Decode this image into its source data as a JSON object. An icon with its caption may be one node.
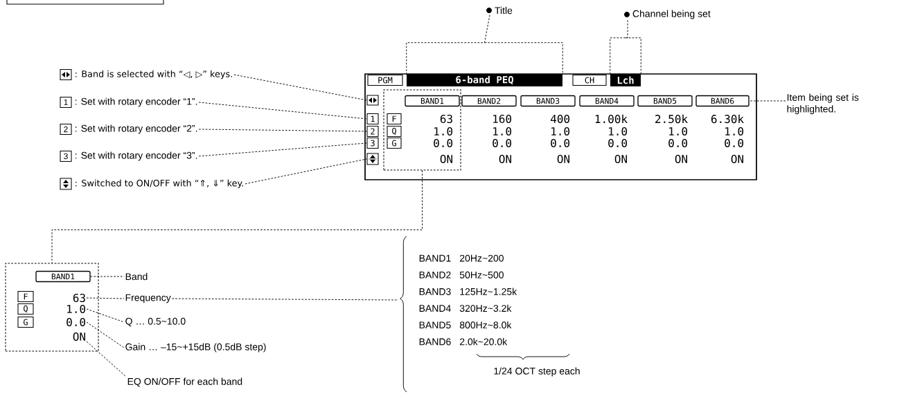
{
  "diagram": {
    "nodes": [
      {
        "text": [
          "Title"
        ]
      },
      {
        "text": [
          "Channel being set"
        ]
      },
      {
        "text": [
          ": Band is selected with “◁, ▷” keys."
        ]
      },
      {
        "text": [
          ": Set with rotary encoder “1”."
        ]
      },
      {
        "text": [
          ": Set with rotary encoder “2”."
        ]
      },
      {
        "text": [
          ": Set with rotary encoder “3”."
        ]
      },
      {
        "text": [
          ": Switched to ON/OFF with “⇑, ⇓” key."
        ]
      },
      {
        "text": [
          "Item being set is highlighted."
        ]
      },
      {
        "text": [],
        "shape": "box"
      },
      {
        "text": [
          "6-band PEQ"
        ],
        "in": 8
      },
      {
        "text": [
          "Lch"
        ],
        "in": 8
      },
      {
        "text": [],
        "shape": "box",
        "in": 8
      },
      {
        "text": [
          "1"
        ],
        "in": 8
      },
      {
        "text": [
          "2"
        ],
        "in": 8
      },
      {
        "text": [
          "3"
        ],
        "in": 8
      },
      {
        "text": [],
        "shape": "box",
        "in": 8
      },
      {
        "text": [
          "BAND6"
        ],
        "in": 8
      },
      {
        "text": [],
        "shape": "box",
        "in": 8
      },
      {
        "text": [
          "BAND1"
        ],
        "in": 17
      },
      {
        "text": [],
        "shape": "box"
      },
      {
        "text": [
          "BAND1"
        ],
        "in": 19
      },
      {
        "text": [
          "63"
        ],
        "in": 19
      },
      {
        "text": [
          "1.0"
        ],
        "in": 19
      },
      {
        "text": [
          "0.0"
        ],
        "in": 19
      },
      {
        "text": [
          "ON"
        ],
        "in": 19
      },
      {
        "text": [
          "Band"
        ]
      },
      {
        "text": [
          "Frequency"
        ]
      },
      {
        "text": [
          "Q … 0.5~10.0"
        ]
      },
      {
        "text": [
          "Gain … –15~+15dB (0.5dB step)"
        ]
      },
      {
        "text": [
          "EQ ON/OFF for each band"
        ]
      },
      {
        "text": [
          "BAND1",
          "20Hz~200",
          "BAND2",
          "50Hz~500",
          "BAND3",
          "125Hz~1.25k",
          "BAND4",
          "320Hz~3.2k",
          "BAND5",
          "800Hz~8.0k",
          "BAND6",
          "2.0k~20.0k"
        ]
      },
      {
        "text": [
          "BAND2"
        ],
        "in": 8
      },
      {
        "text": [
          "BAND3"
        ],
        "in": 8
      },
      {
        "text": [
          "BAND4"
        ],
        "in": 8
      },
      {
        "text": [
          "BAND5"
        ],
        "in": 8
      }
    ],
    "edges": [
      {
        "from": 0,
        "to": 9,
        "arrow": "none",
        "style": "dashed"
      },
      {
        "from": 1,
        "to": 10,
        "arrow": "none",
        "style": "dashed"
      },
      {
        "from": 2,
        "to": 11,
        "arrow": "none",
        "style": "dashed"
      },
      {
        "from": 3,
        "to": 12,
        "arrow": "none",
        "style": "dashed"
      },
      {
        "from": 4,
        "to": 13,
        "arrow": "none",
        "style": "dashed"
      },
      {
        "from": 5,
        "to": 14,
        "arrow": "none",
        "style": "dashed"
      },
      {
        "from": 6,
        "to": 15,
        "arrow": "none",
        "style": "dashed"
      },
      {
        "from": 7,
        "to": 16,
        "arrow": "none",
        "style": "dashed"
      },
      {
        "from": 17,
        "to": 19,
        "arrow": "none",
        "style": "dashed"
      },
      {
        "from": 20,
        "to": 25,
        "arrow": "none",
        "style": "dashed"
      },
      {
        "from": 21,
        "to": 26,
        "arrow": "none",
        "style": "dashed"
      },
      {
        "from": 22,
        "to": 27,
        "arrow": "none",
        "style": "dashed"
      },
      {
        "from": 23,
        "to": 28,
        "arrow": "none",
        "style": "dashed"
      },
      {
        "from": 24,
        "to": 29,
        "arrow": "none",
        "style": "dashed"
      },
      {
        "from": 26,
        "to": 30,
        "arrow": "none",
        "style": "dashed"
      }
    ],
    "labels": [
      "PGM",
      "CH",
      "F",
      "Q",
      "G",
      "63",
      "160",
      "400",
      "1.00k",
      "2.50k",
      "6.30k",
      "1.0",
      "1.0",
      "1.0",
      "1.0",
      "1.0",
      "1.0",
      "0.0",
      "0.0",
      "0.0",
      "0.0",
      "0.0",
      "0.0",
      "ON",
      "ON",
      "ON",
      "ON",
      "ON",
      "ON",
      "1",
      "2",
      "3",
      "F",
      "Q",
      "G",
      "1/24 OCT step each"
    ]
  }
}
